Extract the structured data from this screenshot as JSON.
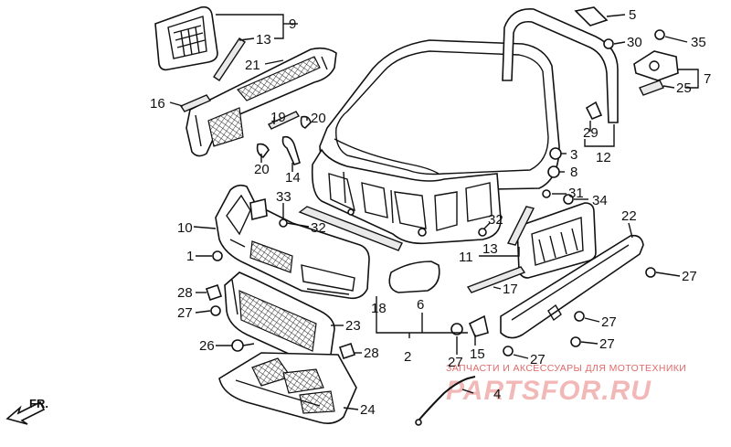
{
  "watermark": {
    "caption": "ЗАПЧАСТИ И АКСЕССУАРЫ ДЛЯ МОТОТЕХНИКИ",
    "logo": "PARTSFOR.RU",
    "color": "#e06a6a"
  },
  "direction": {
    "label": "FR.",
    "icon": "front-arrow-icon"
  },
  "callouts": {
    "c1": "1",
    "c2": "2",
    "c3": "3",
    "c4": "4",
    "c5": "5",
    "c6": "6",
    "c7": "7",
    "c8": "8",
    "c9": "9",
    "c10": "10",
    "c11": "11",
    "c12": "12",
    "c13a": "13",
    "c13b": "13",
    "c14": "14",
    "c15": "15",
    "c16": "16",
    "c17": "17",
    "c18": "18",
    "c19": "19",
    "c20a": "20",
    "c20b": "20",
    "c21": "21",
    "c22": "22",
    "c23": "23",
    "c24": "24",
    "c25": "25",
    "c26": "26",
    "c27a": "27",
    "c27b": "27",
    "c27c": "27",
    "c27d": "27",
    "c27e": "27",
    "c27f": "27",
    "c28a": "28",
    "c28b": "28",
    "c29": "29",
    "c30": "30",
    "c31": "31",
    "c32a": "32",
    "c32b": "32",
    "c33": "33",
    "c34": "34",
    "c35": "35"
  }
}
